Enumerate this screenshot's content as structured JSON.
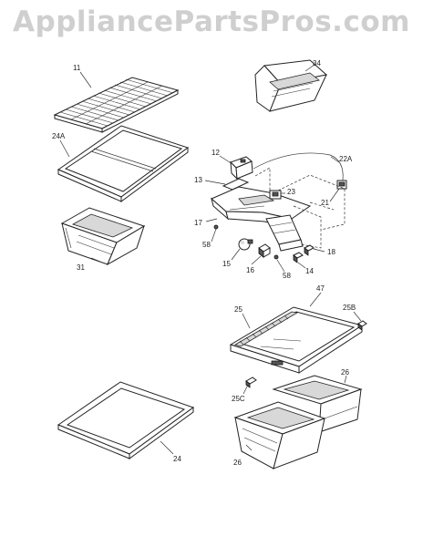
{
  "watermark": "AppliancePartsPros.com",
  "callouts": {
    "p11": "11",
    "p34": "34",
    "p24A": "24A",
    "p12": "12",
    "p22A": "22A",
    "p13": "13",
    "p23": "23",
    "p21": "21",
    "p17": "17",
    "p58a": "58",
    "p18": "18",
    "p15": "15",
    "p16": "16",
    "p58b": "58",
    "p14": "14",
    "p31": "31",
    "p47": "47",
    "p25": "25",
    "p25B": "25B",
    "p26a": "26",
    "p25C": "25C",
    "p24": "24",
    "p26b": "26"
  }
}
